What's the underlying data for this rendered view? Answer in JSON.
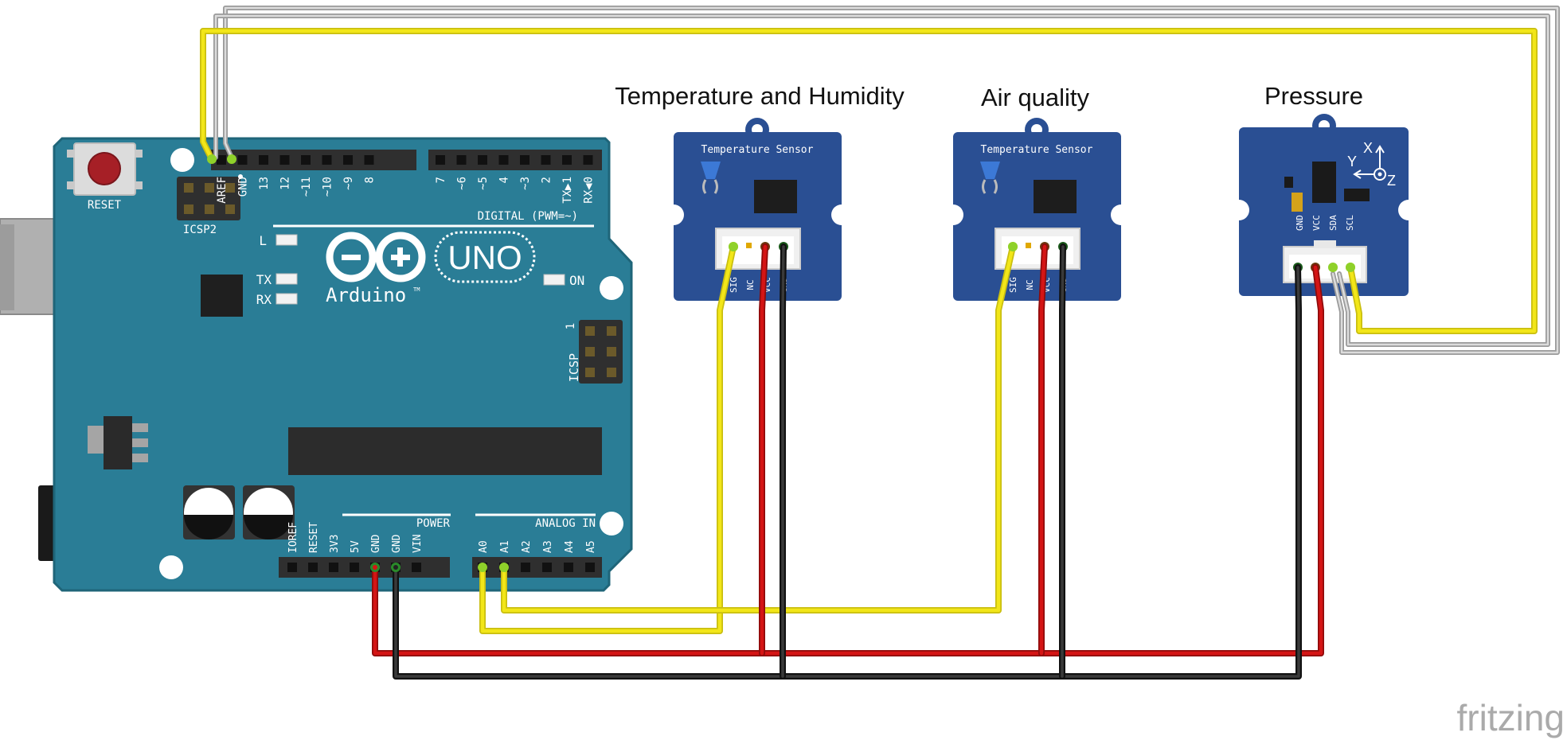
{
  "board": {
    "reset_label": "RESET",
    "icsp2_label": "ICSP2",
    "icsp_label": "ICSP",
    "icsp_pin1": "1",
    "led_l": "L",
    "led_tx": "TX",
    "led_rx": "RX",
    "led_on": "ON",
    "brand": "Arduino",
    "tm": "TM",
    "model": "UNO",
    "digital_label": "DIGITAL (PWM=~)",
    "digital_pins": [
      "AREF",
      "GND",
      "13",
      "12",
      "~11",
      "~10",
      "~9",
      "8",
      "7",
      "~6",
      "~5",
      "4",
      "~3",
      "2",
      "TX▶1",
      "RX◀0"
    ],
    "power_label": "POWER",
    "power_pins": [
      "IOREF",
      "RESET",
      "3V3",
      "5V",
      "GND",
      "GND",
      "VIN"
    ],
    "analog_label": "ANALOG IN",
    "analog_pins": [
      "A0",
      "A1",
      "A2",
      "A3",
      "A4",
      "A5"
    ]
  },
  "sensors": [
    {
      "title": "Temperature and Humidity",
      "pcb_label": "Temperature Sensor",
      "pins": [
        "SIG",
        "NC",
        "VCC",
        "GND"
      ]
    },
    {
      "title": "Air quality",
      "pcb_label": "Temperature Sensor",
      "pins": [
        "SIG",
        "NC",
        "VCC",
        "GND"
      ]
    },
    {
      "title": "Pressure",
      "pins": [
        "GND",
        "VCC",
        "SDA",
        "SCL"
      ],
      "axes": [
        "X",
        "Y",
        "Z"
      ]
    }
  ],
  "footer": {
    "watermark": "fritzing"
  },
  "colors": {
    "board": "#2a7d96",
    "board_dark": "#1f6579",
    "module": "#2a4f93",
    "wire_yellow": "#f2e619",
    "wire_red": "#cc1010",
    "wire_black": "#222222",
    "wire_gray": "#a9a9a9"
  }
}
